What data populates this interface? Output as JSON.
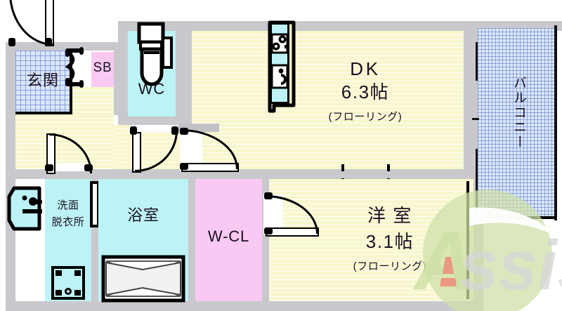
{
  "plan": {
    "type": "apartment-floor-plan",
    "rooms": [
      {
        "id": "genkan",
        "name": "玄関",
        "size": null,
        "floor_note": null,
        "surface": "tile"
      },
      {
        "id": "sb",
        "name": "SB",
        "size": null,
        "floor_note": null,
        "surface": "closet"
      },
      {
        "id": "wc",
        "name": "WC",
        "size": null,
        "floor_note": null,
        "surface": "cyan"
      },
      {
        "id": "dk",
        "name": "DK",
        "size": "6.3帖",
        "floor_note": "(フローリング)",
        "surface": "flooring"
      },
      {
        "id": "balcony",
        "name": "バルコニー",
        "size": null,
        "floor_note": null,
        "surface": "tile-fine"
      },
      {
        "id": "senmen",
        "name": "洗面\n脱衣所",
        "size": null,
        "floor_note": null,
        "surface": "cyan"
      },
      {
        "id": "yokushitsu",
        "name": "浴室",
        "size": null,
        "floor_note": null,
        "surface": "cyan"
      },
      {
        "id": "wcl",
        "name": "W-CL",
        "size": null,
        "floor_note": null,
        "surface": "closet"
      },
      {
        "id": "yoshitsu",
        "name": "洋 室",
        "size": "3.1帖",
        "floor_note": "(フローリング)",
        "surface": "flooring"
      }
    ],
    "labels": {
      "genkan": "玄関",
      "sb": "SB",
      "wc": "WC",
      "dk": "DK",
      "dk_size": "6.3帖",
      "dk_floor": "(フローリング)",
      "balcony": "バルコニー",
      "senmen_line1": "洗面",
      "senmen_line2": "脱衣所",
      "yokushitsu": "浴室",
      "wcl": "W-CL",
      "yoshitsu": "洋 室",
      "yoshitsu_size": "3.1帖",
      "yoshitsu_floor": "(フローリング)"
    },
    "fixtures": [
      {
        "id": "toilet",
        "name": "toilet-fixture"
      },
      {
        "id": "kitchen",
        "name": "kitchen-counter-with-stove-and-sink"
      },
      {
        "id": "bathtub",
        "name": "bathtub-fixture"
      },
      {
        "id": "vanity",
        "name": "washbasin-vanity"
      },
      {
        "id": "washer-pan",
        "name": "washing-machine-pan"
      }
    ],
    "doors": [
      {
        "id": "entry-door",
        "name": "entrance-swing-door"
      },
      {
        "id": "genkan-folding",
        "name": "genkan-folding-door"
      },
      {
        "id": "wc-door",
        "name": "wc-swing-door"
      },
      {
        "id": "hall-door",
        "name": "hall-swing-door"
      },
      {
        "id": "senmen-door",
        "name": "washroom-swing-door"
      },
      {
        "id": "bath-door",
        "name": "bathroom-folding-door"
      },
      {
        "id": "bedroom-door",
        "name": "bedroom-swing-door"
      }
    ]
  },
  "watermark": {
    "text_a": "A",
    "text_rest": "ssist",
    "circle_color": "#cfe0a8",
    "a_color": "#cfe0a8",
    "a_accent_color": "#ef8a7c",
    "rest_color": "#d6d6d6"
  },
  "colors": {
    "flooring": "#f8f6cd",
    "wet_area": "#bdf3f7",
    "closet": "#f9c9f3",
    "tile": "#dbe6fb",
    "wall": "#c9c9cd",
    "line": "#000000"
  }
}
